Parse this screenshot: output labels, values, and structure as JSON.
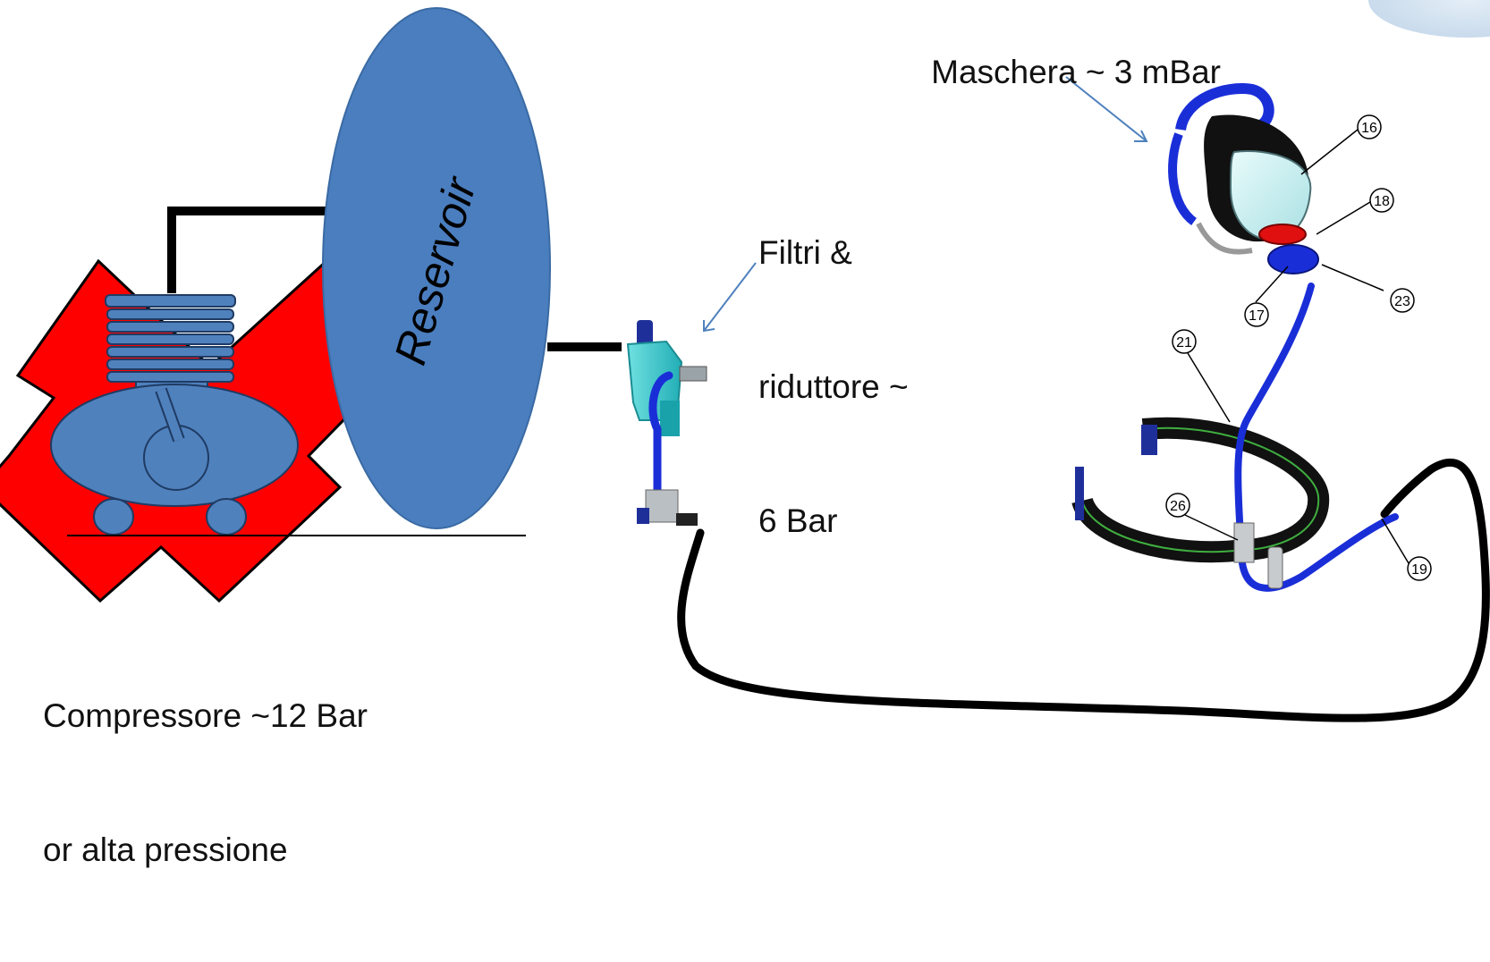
{
  "labels": {
    "compressor_line1": "Compressore ~12 Bar",
    "compressor_line2": "or alta pressione",
    "filters_line1": "Filtri &",
    "filters_line2": "riduttore ~",
    "filters_line3": "6 Bar",
    "mask": "Maschera ~ 3 mBar",
    "reservoir": "Reservoir"
  },
  "callouts": [
    "16",
    "18",
    "17",
    "23",
    "21",
    "26",
    "19"
  ],
  "colors": {
    "compressor_base": "#ff0000",
    "body_blue": "#4f81bd",
    "reservoir_blue": "#4a7ebf",
    "hose": "#000000",
    "mask_strap": "#1a2ed8",
    "filter": "#35c4c8",
    "arrow": "#4f81bd"
  },
  "icons": [
    "compressor-icon",
    "reservoir-icon",
    "filter-regulator-icon",
    "mask-icon",
    "belt-icon",
    "air-hose"
  ]
}
